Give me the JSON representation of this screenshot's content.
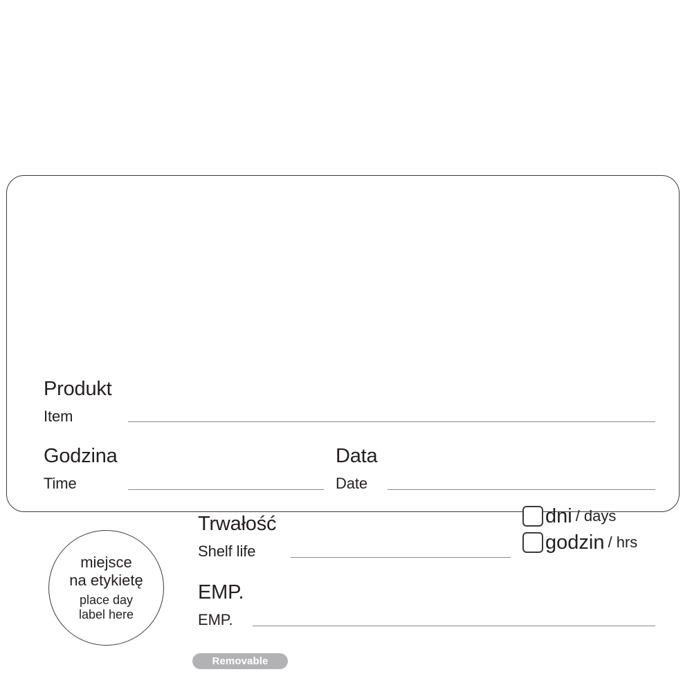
{
  "label": {
    "type": "food-safety-shelf-life-label",
    "border_color": "#3a3a3c",
    "rule_color": "#8a8a8c",
    "text_color": "#231f20",
    "fields": {
      "product": {
        "pl": "Produkt",
        "en": "Item",
        "value": ""
      },
      "time": {
        "pl": "Godzina",
        "en": "Time",
        "value": ""
      },
      "date": {
        "pl": "Data",
        "en": "Date",
        "value": ""
      },
      "shelf_life": {
        "pl": "Trwałość",
        "en": "Shelf life",
        "value": ""
      },
      "emp": {
        "pl": "EMP.",
        "en": "EMP.",
        "value": ""
      }
    },
    "day_label_circle": {
      "pl_line_1": "miejsce",
      "pl_line_2": "na etykietę",
      "en_line_1": "place day",
      "en_line_2": "label here"
    },
    "duration_units": [
      {
        "pl": "dni",
        "en": "/ days",
        "checked": false
      },
      {
        "pl": "godzin",
        "en": "/ hrs",
        "checked": false
      }
    ],
    "badge": {
      "text": "Removable",
      "background": "#b2b2b4",
      "color": "#ffffff"
    }
  }
}
